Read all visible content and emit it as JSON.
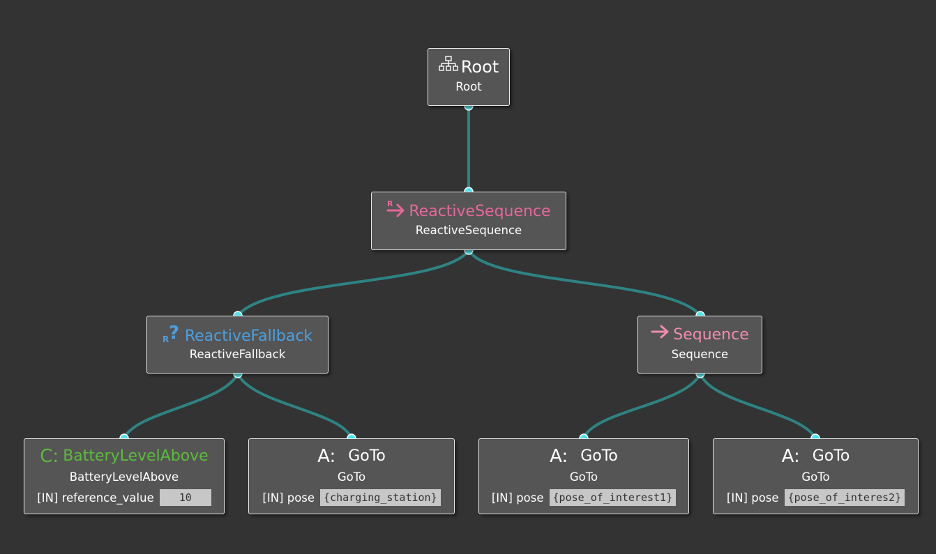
{
  "colors": {
    "background": "#333333",
    "edge": "#2e8383",
    "port": "#4ee6ec",
    "node_fill": "#555555",
    "control_pink": "#e8679a",
    "sequence_pink": "#f08cb0",
    "fallback_blue": "#4aa0e0",
    "condition_green": "#5cbb3c"
  },
  "nodes": {
    "root": {
      "icon": "tree-icon",
      "title": "Root",
      "subtitle": "Root"
    },
    "reactive_sequence": {
      "icon": "reactive-sequence-icon",
      "title": "ReactiveSequence",
      "subtitle": "ReactiveSequence"
    },
    "reactive_fallback": {
      "icon": "reactive-fallback-icon",
      "title": "ReactiveFallback",
      "subtitle": "ReactiveFallback"
    },
    "sequence": {
      "icon": "arrow-right-icon",
      "title": "Sequence",
      "subtitle": "Sequence"
    },
    "battery": {
      "prefix": "C:",
      "title": "BatteryLevelAbove",
      "subtitle": "BatteryLevelAbove",
      "port_label": "[IN] reference_value",
      "port_value": "10"
    },
    "goto1": {
      "prefix": "A:",
      "title": "GoTo",
      "subtitle": "GoTo",
      "port_label": "[IN] pose",
      "port_value": "{charging_station}"
    },
    "goto2": {
      "prefix": "A:",
      "title": "GoTo",
      "subtitle": "GoTo",
      "port_label": "[IN] pose",
      "port_value": "{pose_of_interest1}"
    },
    "goto3": {
      "prefix": "A:",
      "title": "GoTo",
      "subtitle": "GoTo",
      "port_label": "[IN] pose",
      "port_value": "{pose_of_interes2}"
    }
  }
}
